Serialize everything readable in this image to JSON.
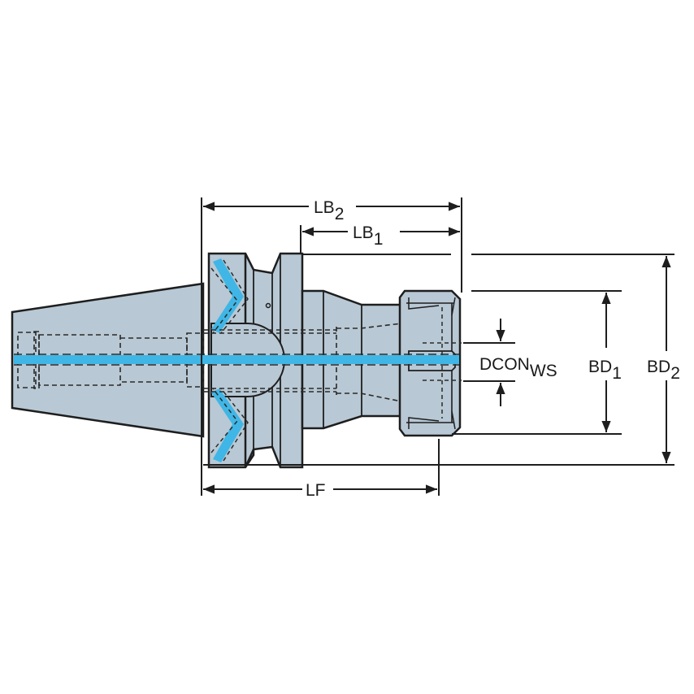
{
  "diagram": {
    "type": "technical-drawing",
    "subject": "tool holder with collet chuck (side view)",
    "colors": {
      "body_fill": "#b8c8d4",
      "outline": "#1e1e1e",
      "coolant": "#3fb6e6",
      "background": "#ffffff"
    },
    "dimensions": {
      "lb2": {
        "main": "LB",
        "sub": "2"
      },
      "lb1": {
        "main": "LB",
        "sub": "1"
      },
      "lf": {
        "main": "LF",
        "sub": ""
      },
      "dcon": {
        "main": "DCON",
        "sub": "WS"
      },
      "bd1": {
        "main": "BD",
        "sub": "1"
      },
      "bd2": {
        "main": "BD",
        "sub": "2"
      }
    }
  }
}
